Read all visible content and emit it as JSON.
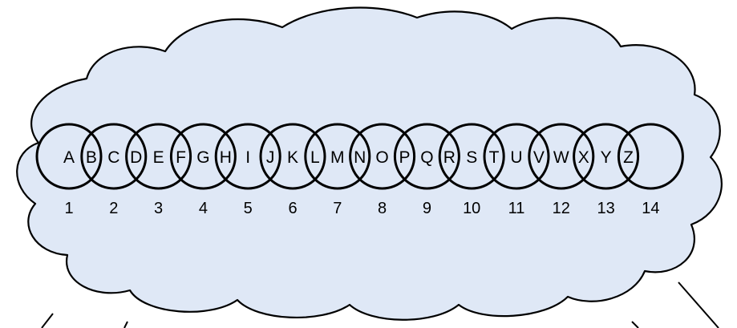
{
  "colors": {
    "cloud_fill": "#dfe8f6",
    "stroke": "#000000",
    "text": "#000000"
  },
  "letters": [
    "A",
    "B",
    "C",
    "D",
    "E",
    "F",
    "G",
    "H",
    "I",
    "J",
    "K",
    "L",
    "M",
    "N",
    "O",
    "P",
    "Q",
    "R",
    "S",
    "T",
    "U",
    "V",
    "W",
    "X",
    "Y",
    "Z"
  ],
  "circle_numbers": [
    "1",
    "2",
    "3",
    "4",
    "5",
    "6",
    "7",
    "8",
    "9",
    "10",
    "11",
    "12",
    "13",
    "14"
  ]
}
